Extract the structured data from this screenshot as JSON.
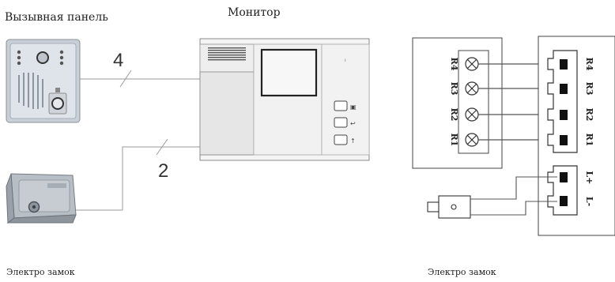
{
  "labels": {
    "call_panel": "Вызывная панель",
    "monitor": "Монитор",
    "lock_left": "Электро замок",
    "lock_right": "Электро замок"
  },
  "wires": {
    "panel_to_monitor_count": "4",
    "lock_to_monitor_count": "2"
  },
  "terminals": {
    "left_block": [
      "R4",
      "R3",
      "R2",
      "R1"
    ],
    "right_block": [
      "R4",
      "R3",
      "R2",
      "R1"
    ],
    "lock_block": [
      "L+",
      "L-"
    ]
  },
  "icons": [
    "call-panel-device-icon",
    "electric-lock-device-icon",
    "monitor-device-icon",
    "lock-actuator-icon"
  ]
}
